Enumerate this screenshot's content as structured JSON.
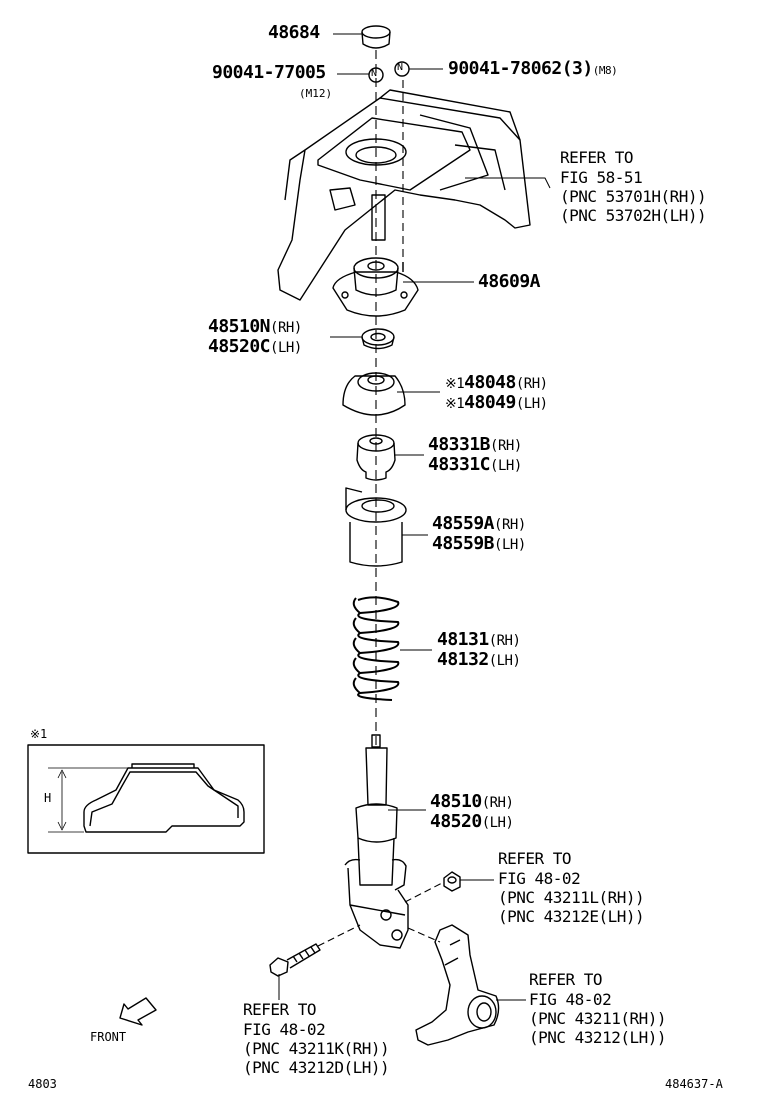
{
  "parts": {
    "p48684": {
      "num": "48684"
    },
    "p90041a": {
      "num": "90041-77005",
      "size": "(M12)"
    },
    "p90041b": {
      "num": "90041-78062",
      "qty": "(3)",
      "size": "(M8)"
    },
    "ref_top": {
      "l1": "REFER TO",
      "l2": "FIG 58-51",
      "l3": "(PNC 53701H(RH))",
      "l4": "(PNC 53702H(LH))"
    },
    "p48609": {
      "num": "48609A"
    },
    "p48510n": {
      "num": "48510N",
      "side": "(RH)"
    },
    "p48520c": {
      "num": "48520C",
      "side": "(LH)"
    },
    "p48048": {
      "mark": "※1",
      "num": "48048",
      "side": "(RH)"
    },
    "p48049": {
      "mark": "※1",
      "num": "48049",
      "side": "(LH)"
    },
    "p48331b": {
      "num": "48331B",
      "side": "(RH)"
    },
    "p48331c": {
      "num": "48331C",
      "side": "(LH)"
    },
    "p48559a": {
      "num": "48559A",
      "side": "(RH)"
    },
    "p48559b": {
      "num": "48559B",
      "side": "(LH)"
    },
    "p48131": {
      "num": "48131",
      "side": "(RH)"
    },
    "p48132": {
      "num": "48132",
      "side": "(LH)"
    },
    "p48510": {
      "num": "48510",
      "side": "(RH)"
    },
    "p48520": {
      "num": "48520",
      "side": "(LH)"
    },
    "ref_nut": {
      "l1": "REFER TO",
      "l2": "FIG 48-02",
      "l3": "(PNC 43211L(RH))",
      "l4": "(PNC 43212E(LH))"
    },
    "ref_knuckle": {
      "l1": "REFER TO",
      "l2": "FIG 48-02",
      "l3": "(PNC 43211(RH))",
      "l4": "(PNC 43212(LH))"
    },
    "ref_bolt": {
      "l1": "REFER TO",
      "l2": "FIG 48-02",
      "l3": "(PNC 43211K(RH))",
      "l4": "(PNC 43212D(LH))"
    }
  },
  "inset": {
    "mark": "※1",
    "dim": "H"
  },
  "front_label": "FRONT",
  "nut_symbol": "N",
  "footer": {
    "left": "4803",
    "right": "484637-A"
  }
}
